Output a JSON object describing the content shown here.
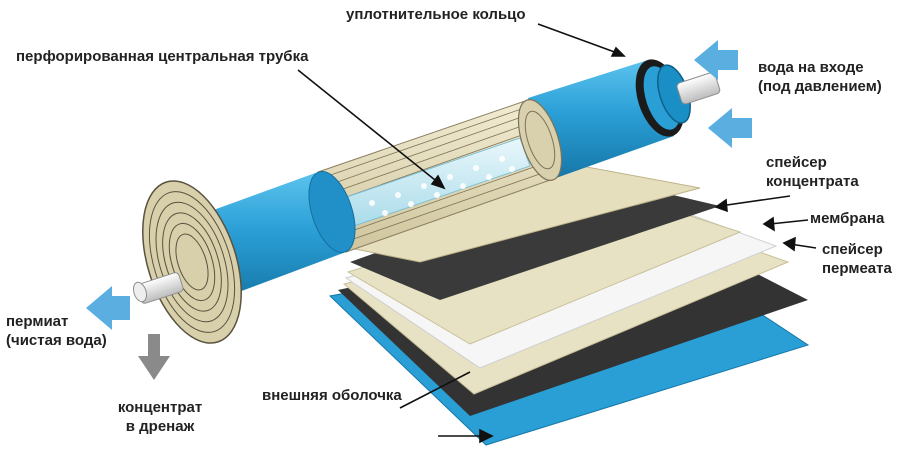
{
  "labels": {
    "seal_ring": "уплотнительное кольцо",
    "perforated_tube": "перфорированная центральная трубка",
    "water_in_line1": "вода на входе",
    "water_in_line2": "(под давлением)",
    "concentrate_spacer_line1": "спейсер",
    "concentrate_spacer_line2": "концентрата",
    "membrane": "мембрана",
    "permeate_spacer_line1": "спейсер",
    "permeate_spacer_line2": "пермеата",
    "permeate_line1": "пермиат",
    "permeate_line2": "(чистая вода)",
    "outer_shell": "внешняя оболочка",
    "concentrate_drain_line1": "концентрат",
    "concentrate_drain_line2": "в дренаж"
  },
  "colors": {
    "shell_blue": "#2a9fd6",
    "shell_blue_dark": "#1677a8",
    "spacer_beige": "#e8e2c4",
    "membrane_dark": "#3a3a3a",
    "inflow_arrow": "#5aaee0",
    "drain_arrow": "#8a8a8a"
  },
  "icons": [
    "inflow-arrow-icon",
    "permeate-arrow-icon",
    "drain-arrow-icon"
  ]
}
